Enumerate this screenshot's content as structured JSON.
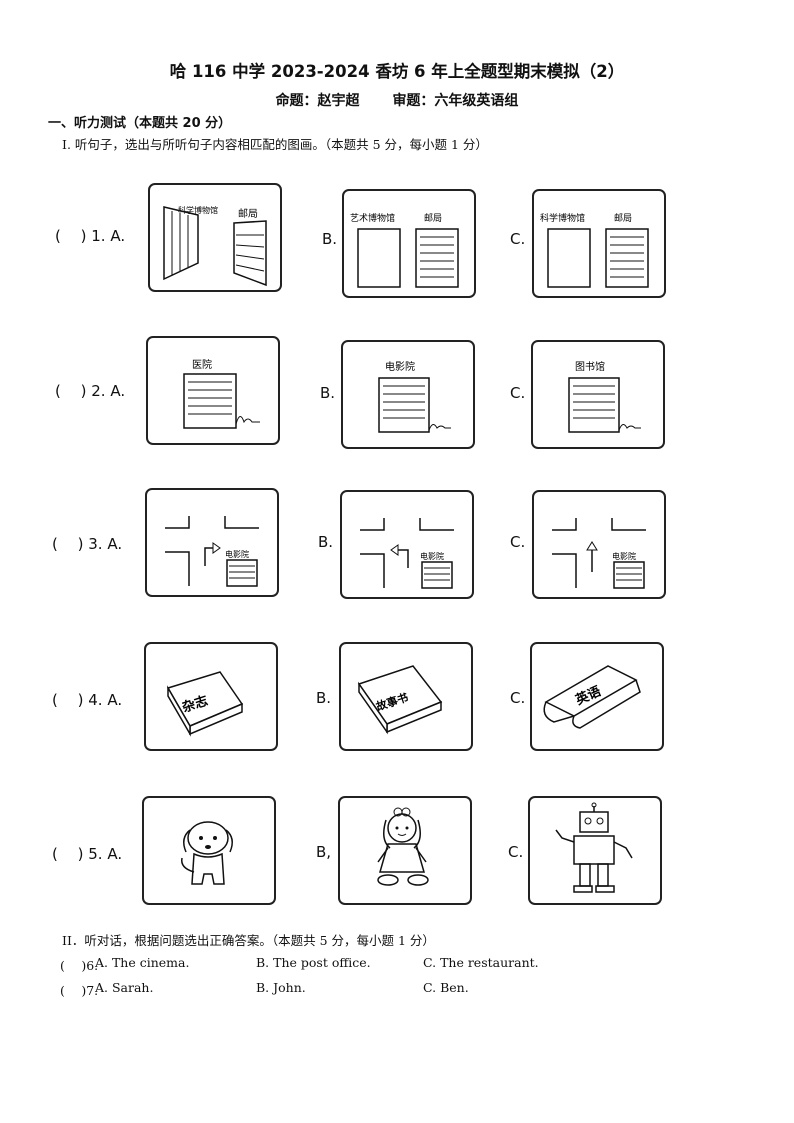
{
  "header": {
    "title": "哈 116 中学 2023-2024 香坊 6 年上全题型期末模拟（2）",
    "author": "命题：赵宇超",
    "reviewer": "审题：六年级英语组"
  },
  "section1": {
    "heading": "一、听力测试（本题共 20 分）",
    "part1": {
      "instruction": "I. 听句子，选出与所听句子内容相匹配的图画。（本题共 5 分，每小题 1 分）",
      "questions": [
        {
          "label": "(　 ) 1. A.",
          "b": "B.",
          "c": "C.",
          "a_signs": [
            "科学博物馆",
            "邮局"
          ],
          "b_signs": [
            "艺术博物馆",
            "邮局"
          ],
          "c_signs": [
            "科学博物馆",
            "邮局"
          ]
        },
        {
          "label": "(　 ) 2. A.",
          "b": "B.",
          "c": "C.",
          "a_sign": "医院",
          "b_sign": "电影院",
          "c_sign": "图书馆"
        },
        {
          "label": "(　 ) 3. A.",
          "b": "B.",
          "c": "C.",
          "sign": "电影院",
          "arrows": [
            "right",
            "left",
            "straight"
          ]
        },
        {
          "label": "(　 ) 4. A.",
          "b": "B.",
          "c": "C.",
          "books": [
            "杂志",
            "故事书",
            "英语"
          ]
        },
        {
          "label": "(　 ) 5. A.",
          "b": "B,",
          "c": "C.",
          "items": [
            "dog",
            "doll",
            "robot"
          ]
        }
      ]
    },
    "part2": {
      "instruction": "II．听对话，根据问题选出正确答案。（本题共 5 分，每小题 1 分）",
      "questions": [
        {
          "num": "(　 )6.",
          "a": "A. The cinema.",
          "b": "B. The post office.",
          "c": "C. The restaurant."
        },
        {
          "num": "(　 )7.",
          "a": "A. Sarah.",
          "b": "B. John.",
          "c": "C. Ben."
        }
      ]
    }
  }
}
